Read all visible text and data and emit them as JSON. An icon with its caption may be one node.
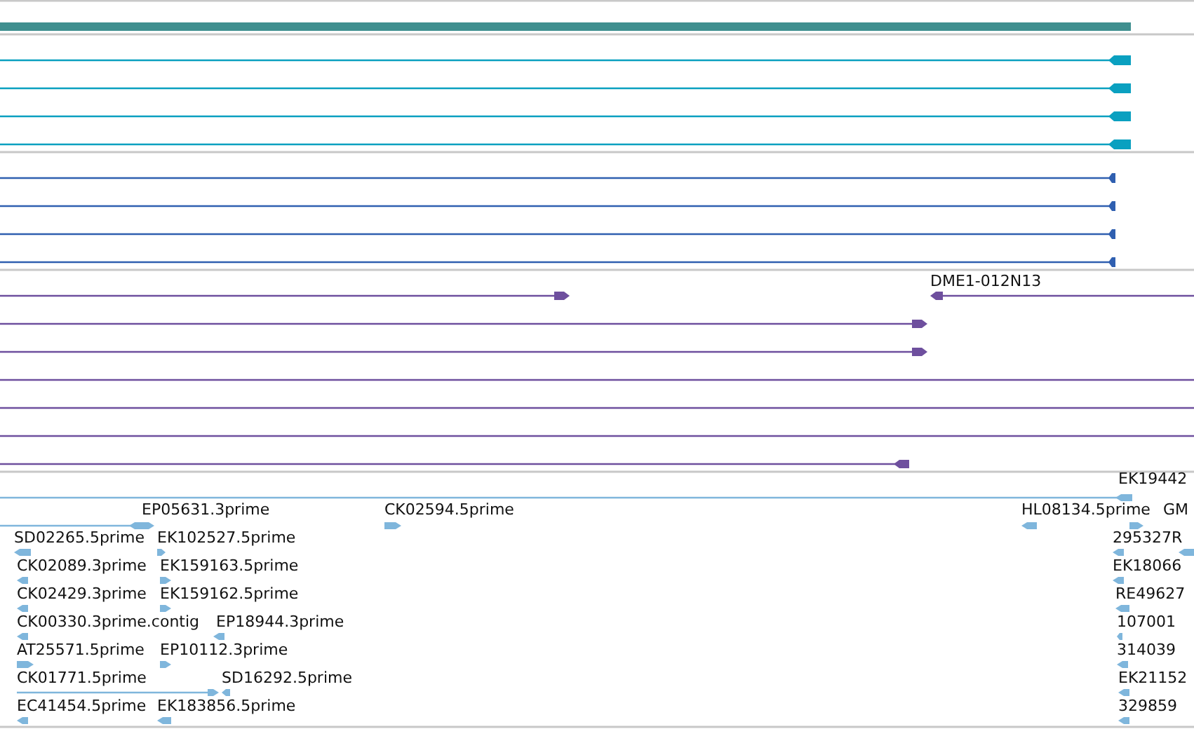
{
  "diagram": {
    "labels": [
      "DME1-012N13",
      "EK19442",
      "EP05631.3prime",
      "CK02594.5prime",
      "HL08134.5prime",
      "GM",
      "SD02265.5prime",
      "EK102527.5prime",
      "295327R",
      "CK02089.3prime",
      "EK159163.5prime",
      "EK18066",
      "CK02429.3prime",
      "EK159162.5prime",
      "RE49627",
      "CK00330.3prime.contig",
      "EP18944.3prime",
      "107001",
      "AT25571.5prime",
      "EP10112.3prime",
      "314039",
      "CK01771.5prime",
      "SD16292.5prime",
      "EK21152",
      "EC41454.5prime",
      "EK183856.5prime",
      "329859"
    ]
  }
}
